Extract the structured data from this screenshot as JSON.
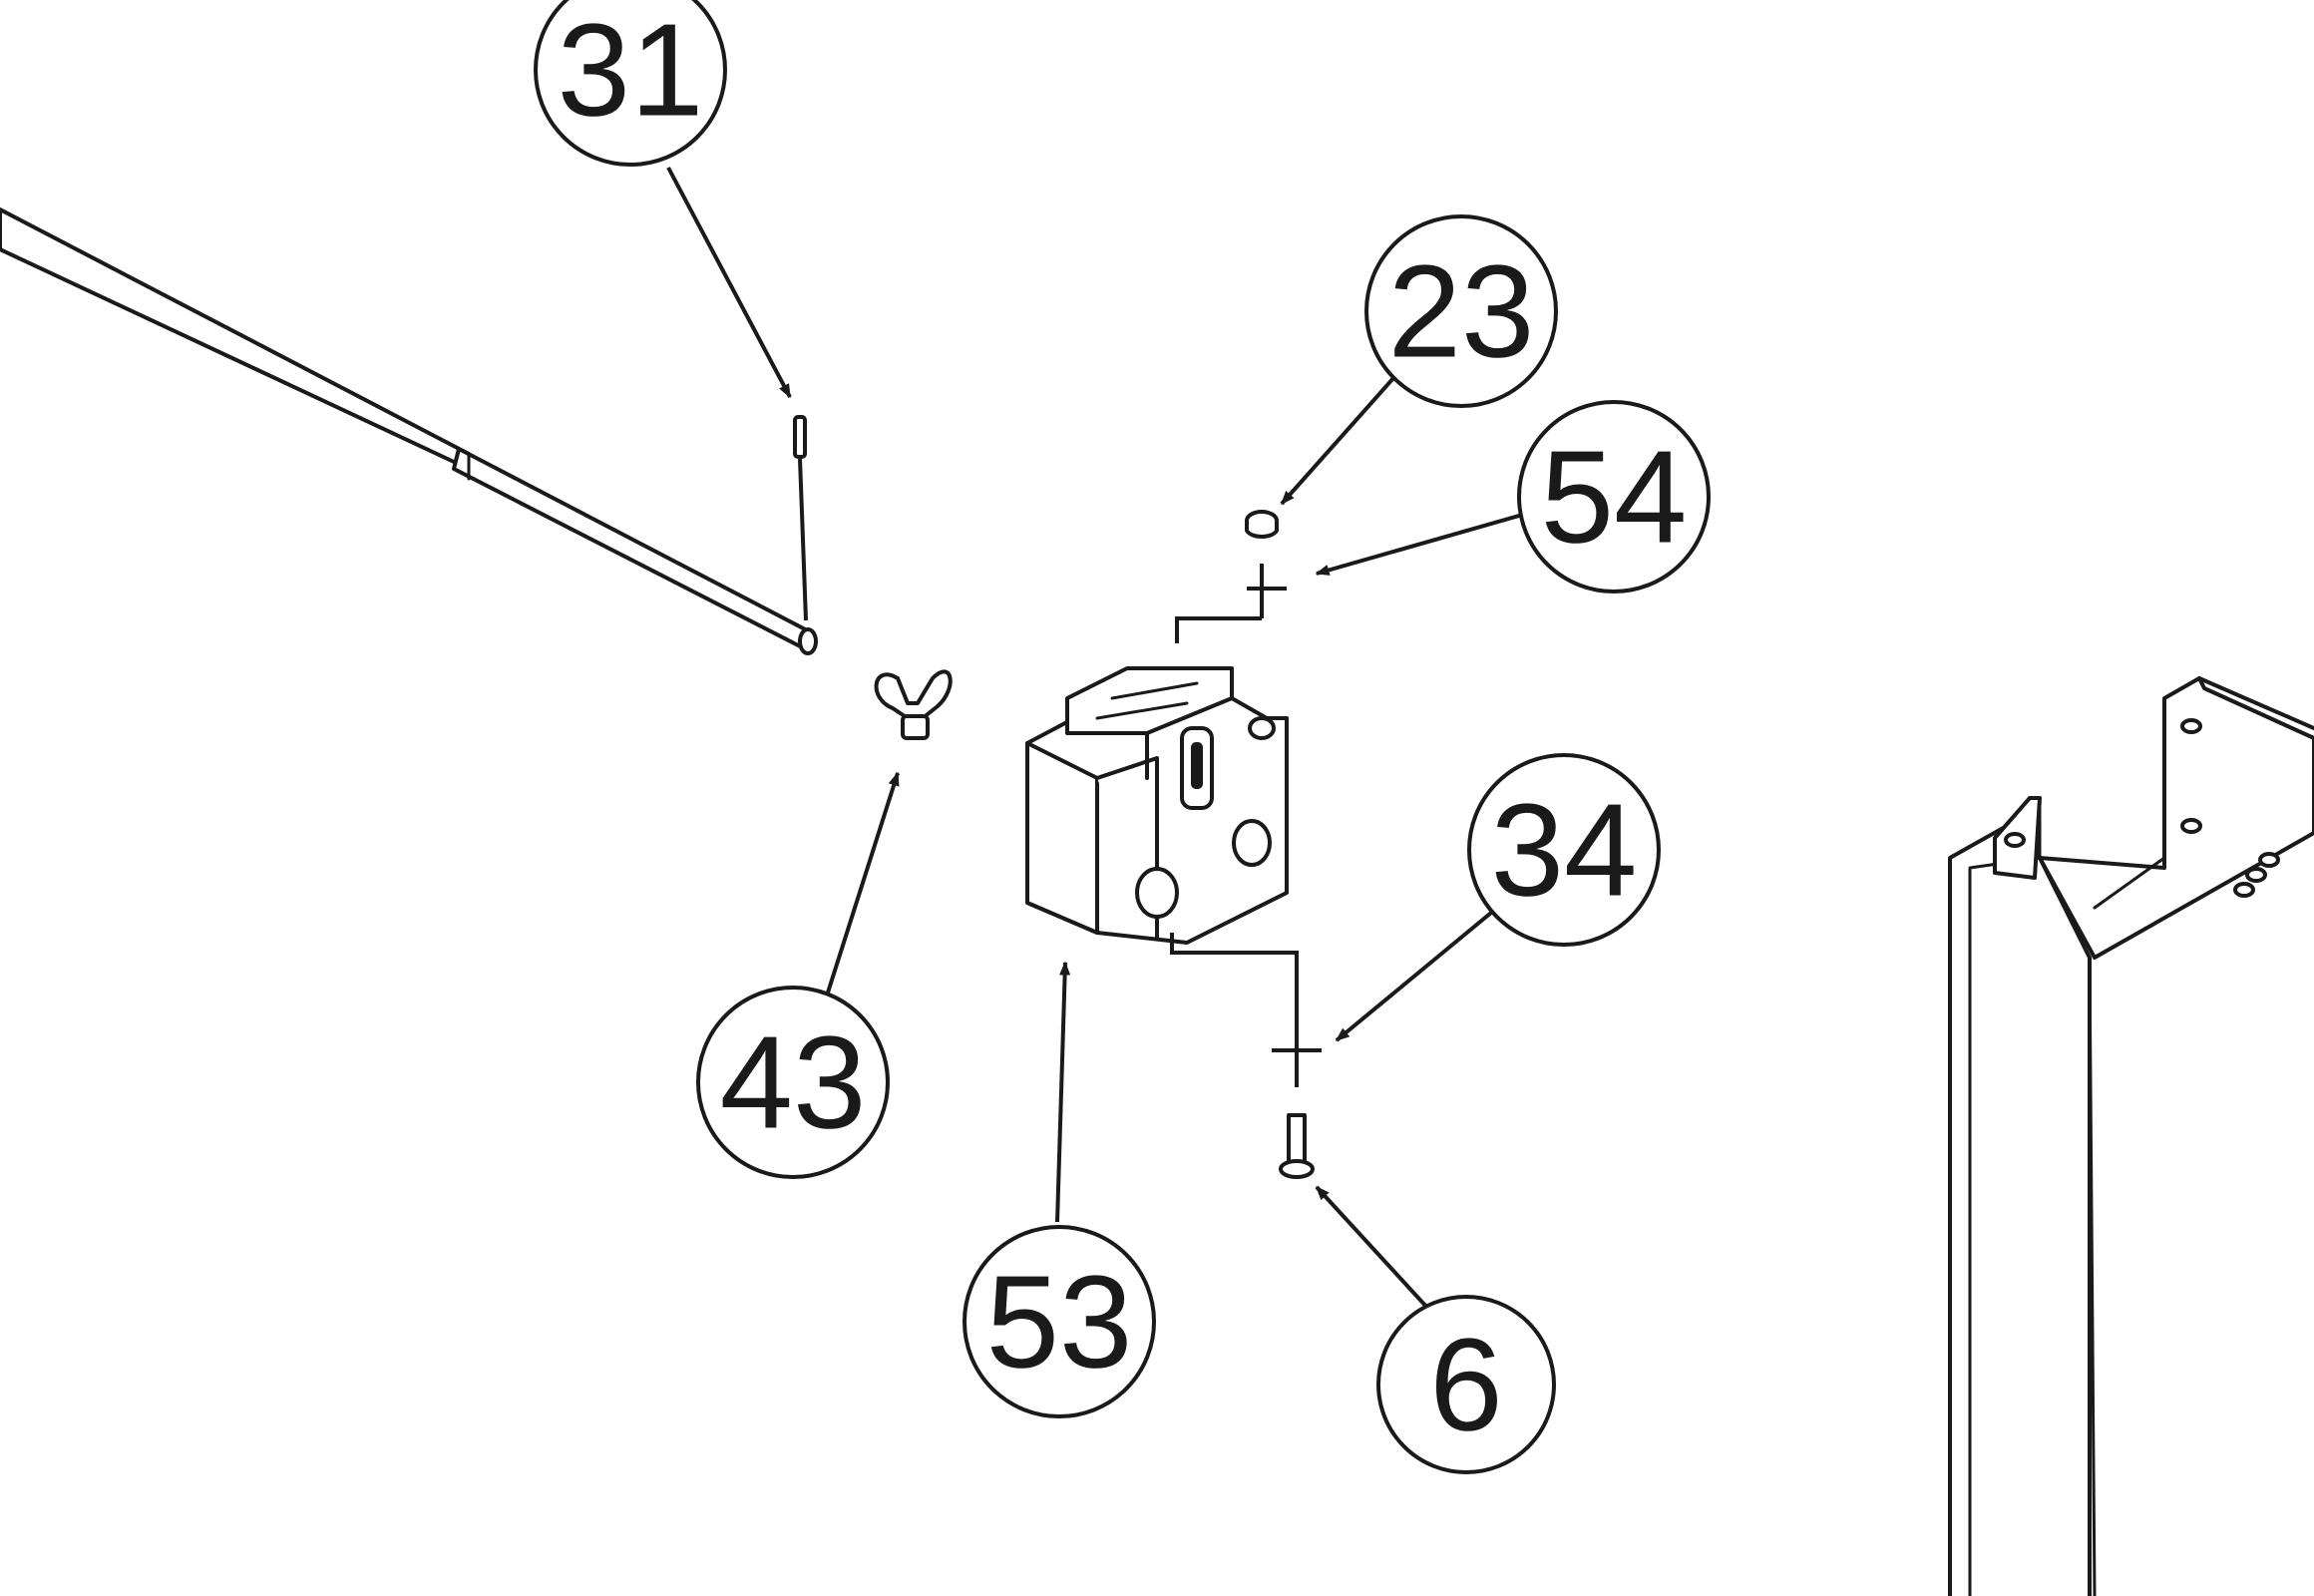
{
  "diagram": {
    "callouts": [
      {
        "id": "callout-31",
        "label": "31"
      },
      {
        "id": "callout-23",
        "label": "23"
      },
      {
        "id": "callout-54",
        "label": "54"
      },
      {
        "id": "callout-34",
        "label": "34"
      },
      {
        "id": "callout-43",
        "label": "43"
      },
      {
        "id": "callout-53",
        "label": "53"
      },
      {
        "id": "callout-6",
        "label": "6"
      }
    ]
  }
}
